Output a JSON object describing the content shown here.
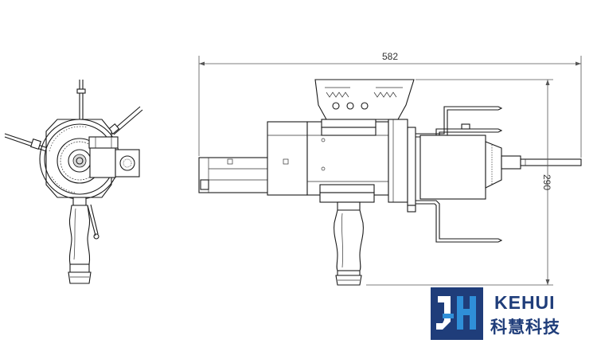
{
  "dimensions": {
    "width_label": "582",
    "height_label": "290"
  },
  "brand": {
    "name_en": "KEHUI",
    "name_cn": "科慧科技",
    "primary_color": "#1f3d7a",
    "accent_color": "#2f8fd8"
  }
}
